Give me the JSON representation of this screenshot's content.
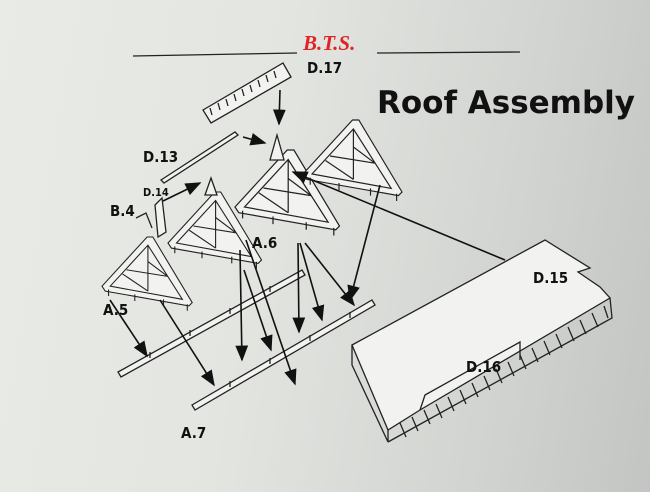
{
  "header": {
    "brand": "B.T.S.",
    "title": "Roof Assembly"
  },
  "labels": {
    "d17": "D.17",
    "d13": "D.13",
    "d14": "D.14",
    "b4": "B.4",
    "a6": "A.6",
    "a5": "A.5",
    "a7": "A.7",
    "d15": "D.15",
    "d16": "D.16"
  },
  "colors": {
    "brand": "#e02424",
    "ink": "#111111"
  }
}
